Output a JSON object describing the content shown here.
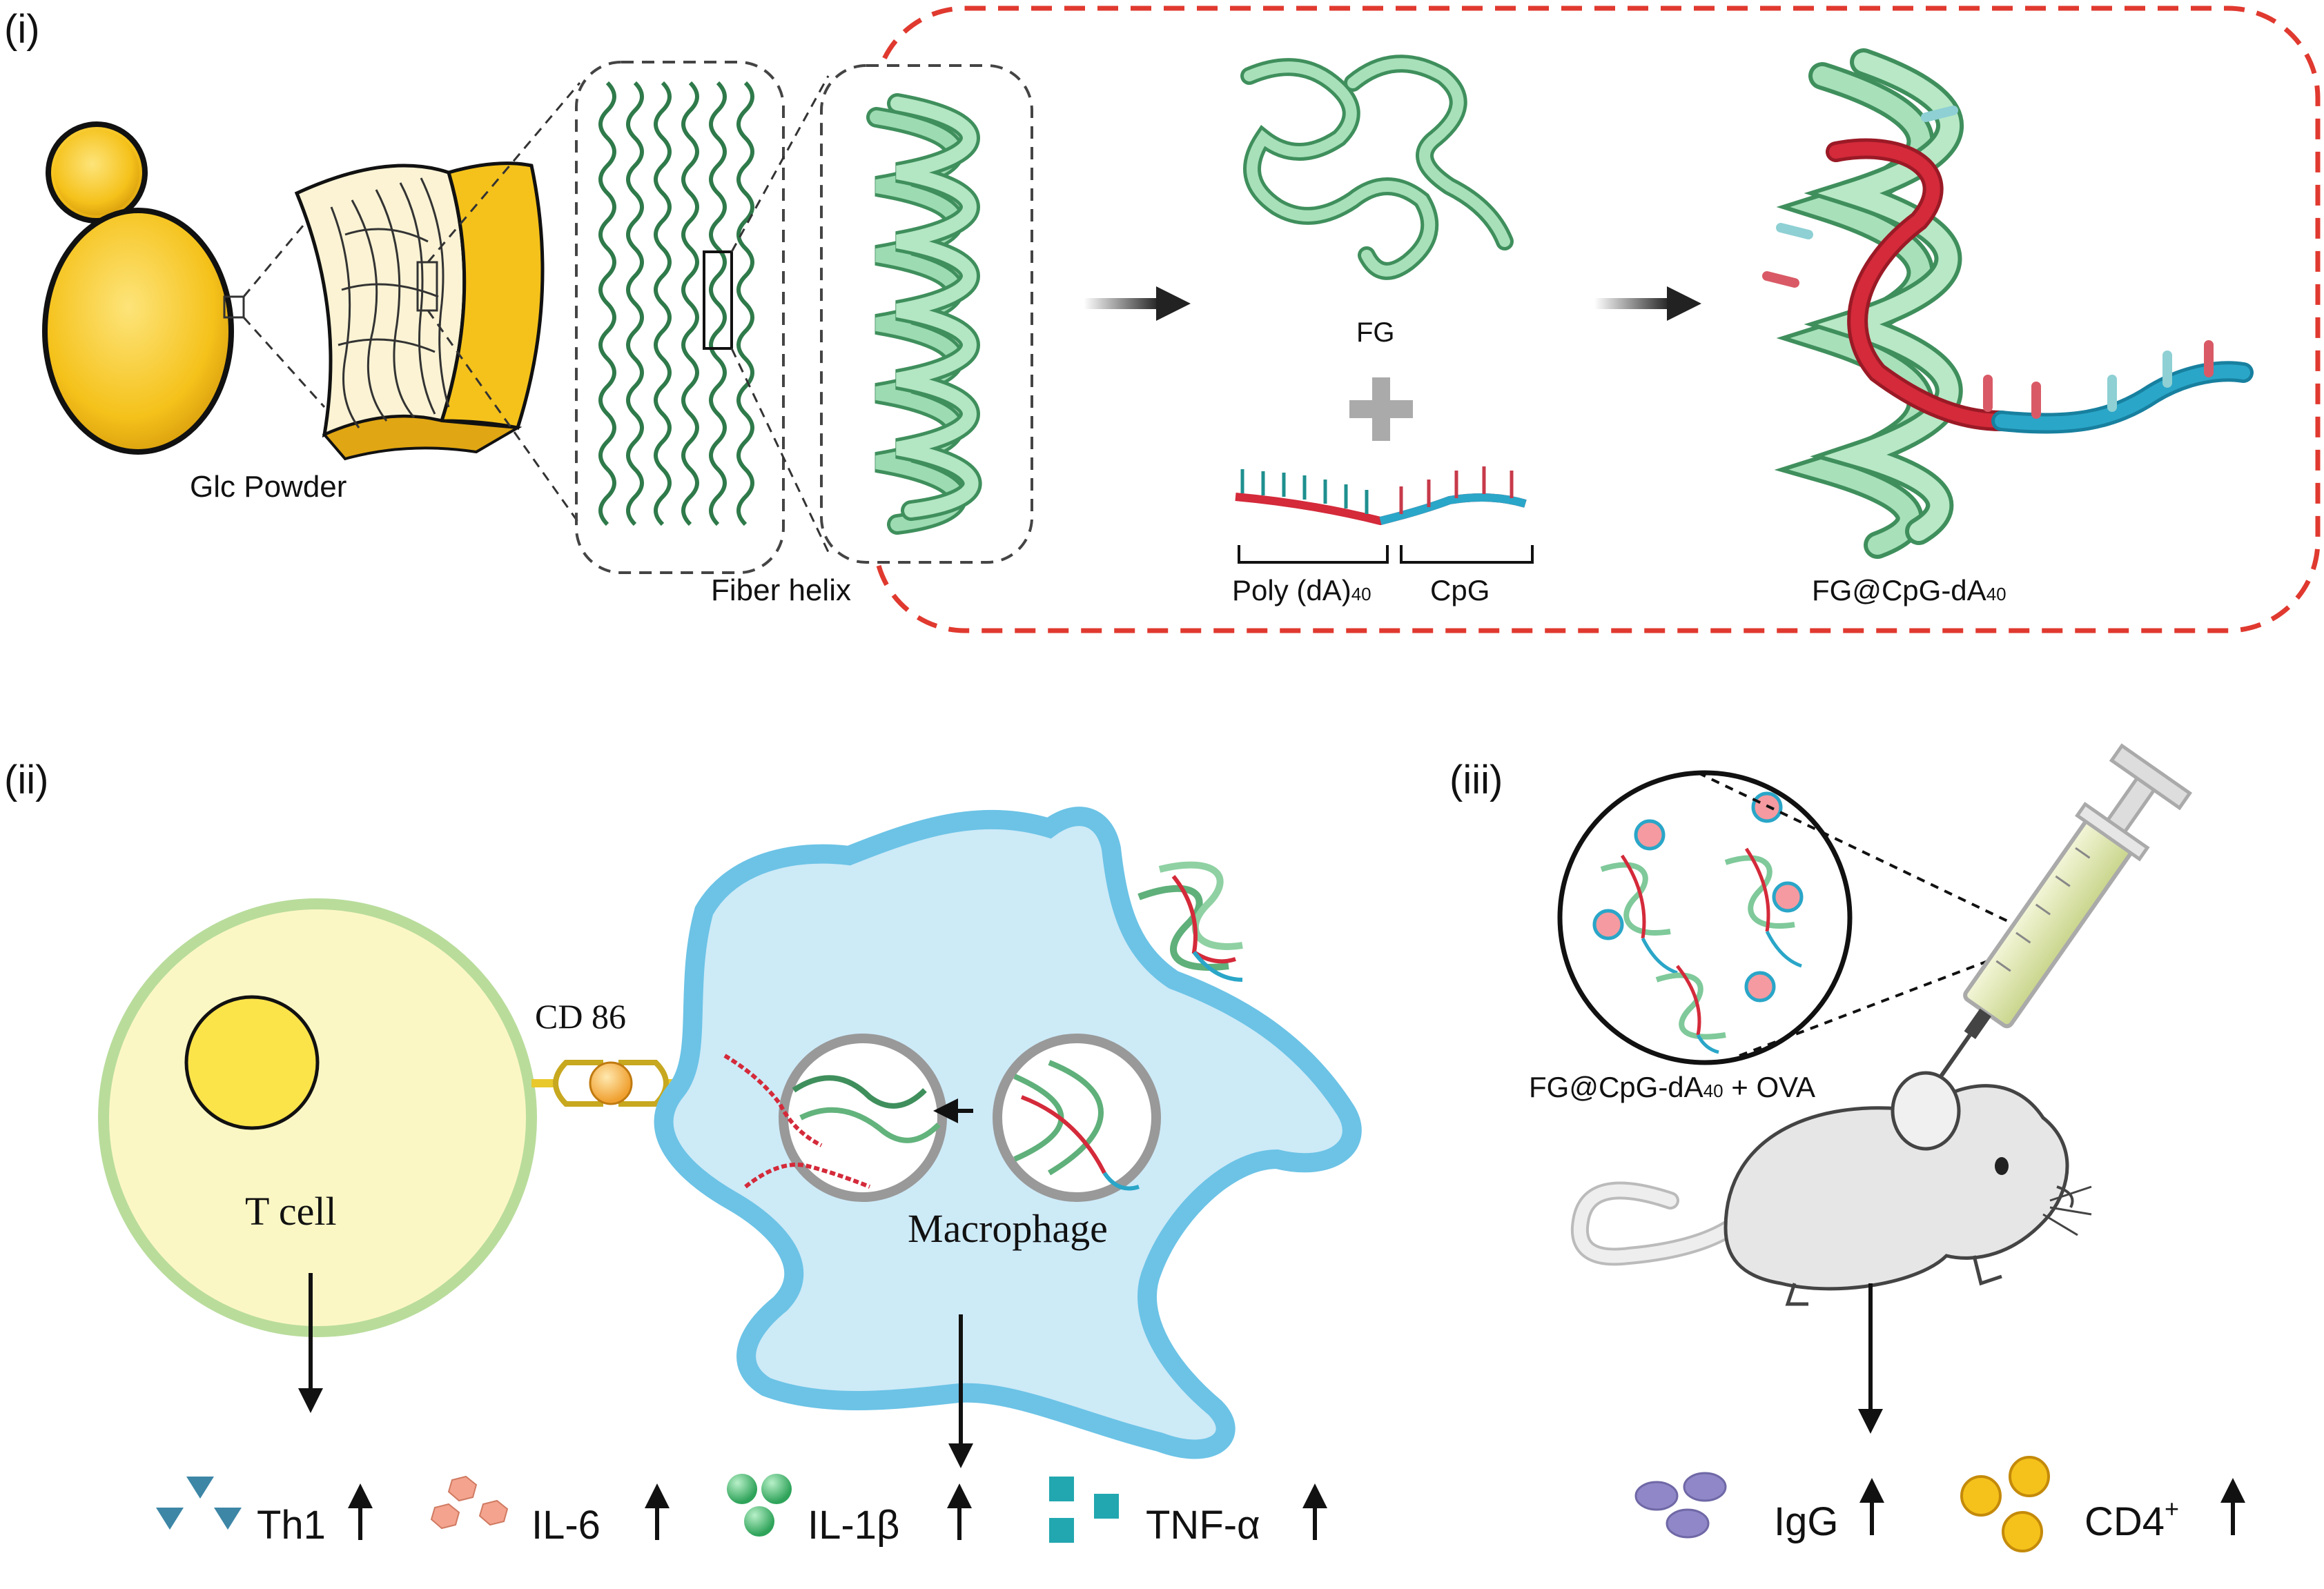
{
  "panels": {
    "p1": {
      "tag": "(i)",
      "glc_label": "Glc Powder",
      "fiber_label": "Fiber helix",
      "fg_label": "FG",
      "poly_label": "Poly (dA)",
      "poly_sub": "40",
      "cpg_label": "CpG",
      "product_label": "FG@CpG-dA",
      "product_sub": "40"
    },
    "p2": {
      "tag": "(ii)",
      "cd86_label": "CD 86",
      "tcell_label": "T cell",
      "macrophage_label": "Macrophage",
      "outputs": {
        "th1": "Th1",
        "il6": "IL-6",
        "il1b": "IL-1β",
        "tnfa": "TNF-α"
      }
    },
    "p3": {
      "tag": "(iii)",
      "vaccine_label_a": "FG@CpG-dA",
      "vaccine_sub": "40",
      "vaccine_label_b": " + OVA",
      "outputs": {
        "igg": "IgG",
        "cd4": "CD4",
        "cd4_sup": "+"
      }
    }
  },
  "colors": {
    "helix_green": "#7fc99a",
    "dna_red": "#d42a3a",
    "dna_blue": "#2aa6c8",
    "yeast_yellow": "#f5c21b",
    "tcell_fill": "#fbf7c4",
    "tcell_border": "#b9dc9b",
    "macrophage_fill": "#cdeaf7",
    "macrophage_border": "#6cc3e6",
    "dashed_red": "#e0392f"
  },
  "icons": [
    "yeast-cell-icon",
    "helix-icon",
    "arrow-right-icon",
    "plus-icon",
    "syringe-icon",
    "mouse-icon",
    "up-arrow-icon"
  ]
}
